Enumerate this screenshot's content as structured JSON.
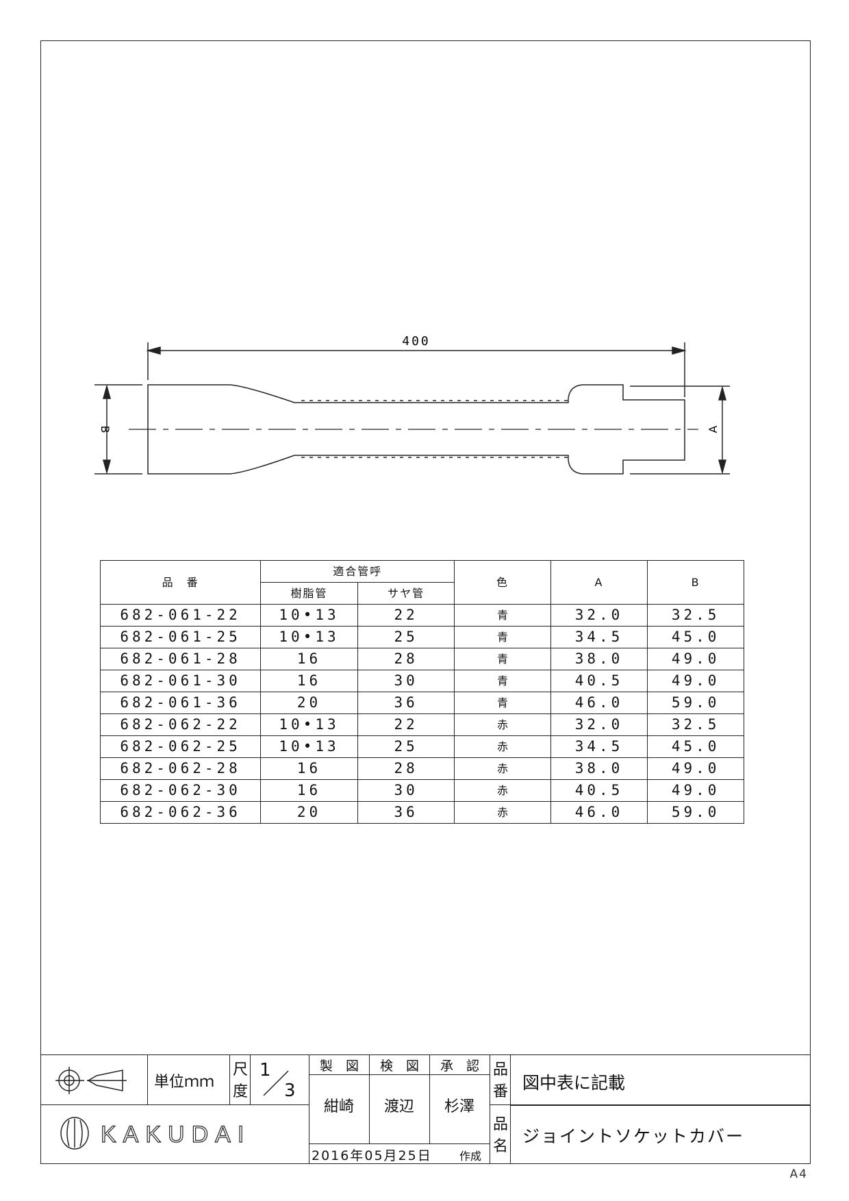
{
  "drawing": {
    "length_label": "400",
    "dim_a_label": "A",
    "dim_b_label": "B"
  },
  "table": {
    "headers": {
      "part_no": "品　番",
      "pipe_group": "適合管呼",
      "resin_pipe": "樹脂管",
      "sheath_pipe": "サヤ管",
      "color": "色",
      "a": "A",
      "b": "B"
    },
    "rows": [
      {
        "part_no": "682-061-22",
        "resin": "10•13",
        "sheath": "22",
        "color": "青",
        "a": "32.0",
        "b": "32.5"
      },
      {
        "part_no": "682-061-25",
        "resin": "10•13",
        "sheath": "25",
        "color": "青",
        "a": "34.5",
        "b": "45.0"
      },
      {
        "part_no": "682-061-28",
        "resin": "16",
        "sheath": "28",
        "color": "青",
        "a": "38.0",
        "b": "49.0"
      },
      {
        "part_no": "682-061-30",
        "resin": "16",
        "sheath": "30",
        "color": "青",
        "a": "40.5",
        "b": "49.0"
      },
      {
        "part_no": "682-061-36",
        "resin": "20",
        "sheath": "36",
        "color": "青",
        "a": "46.0",
        "b": "59.0"
      },
      {
        "part_no": "682-062-22",
        "resin": "10•13",
        "sheath": "22",
        "color": "赤",
        "a": "32.0",
        "b": "32.5"
      },
      {
        "part_no": "682-062-25",
        "resin": "10•13",
        "sheath": "25",
        "color": "赤",
        "a": "34.5",
        "b": "45.0"
      },
      {
        "part_no": "682-062-28",
        "resin": "16",
        "sheath": "28",
        "color": "赤",
        "a": "38.0",
        "b": "49.0"
      },
      {
        "part_no": "682-062-30",
        "resin": "16",
        "sheath": "30",
        "color": "赤",
        "a": "40.5",
        "b": "49.0"
      },
      {
        "part_no": "682-062-36",
        "resin": "20",
        "sheath": "36",
        "color": "赤",
        "a": "46.0",
        "b": "59.0"
      }
    ]
  },
  "title_block": {
    "unit": "単位ｍｍ",
    "scale_label_1": "尺",
    "scale_label_2": "度",
    "scale_num": "1",
    "scale_den": "3",
    "drawn_label": "製　図",
    "checked_label": "検　図",
    "approved_label": "承　認",
    "drawn_by": "紺崎",
    "checked_by": "渡辺",
    "approved_by": "杉澤",
    "part_no_label_1": "品",
    "part_no_label_2": "番",
    "part_no_value": "図中表に記載",
    "part_name_label_1": "品",
    "part_name_label_2": "名",
    "part_name_value": "ジョイントソケットカバー",
    "date": "2016年05月25日",
    "created_label": "作成",
    "brand": "KAKUDAI"
  },
  "sheet_size": "A4"
}
